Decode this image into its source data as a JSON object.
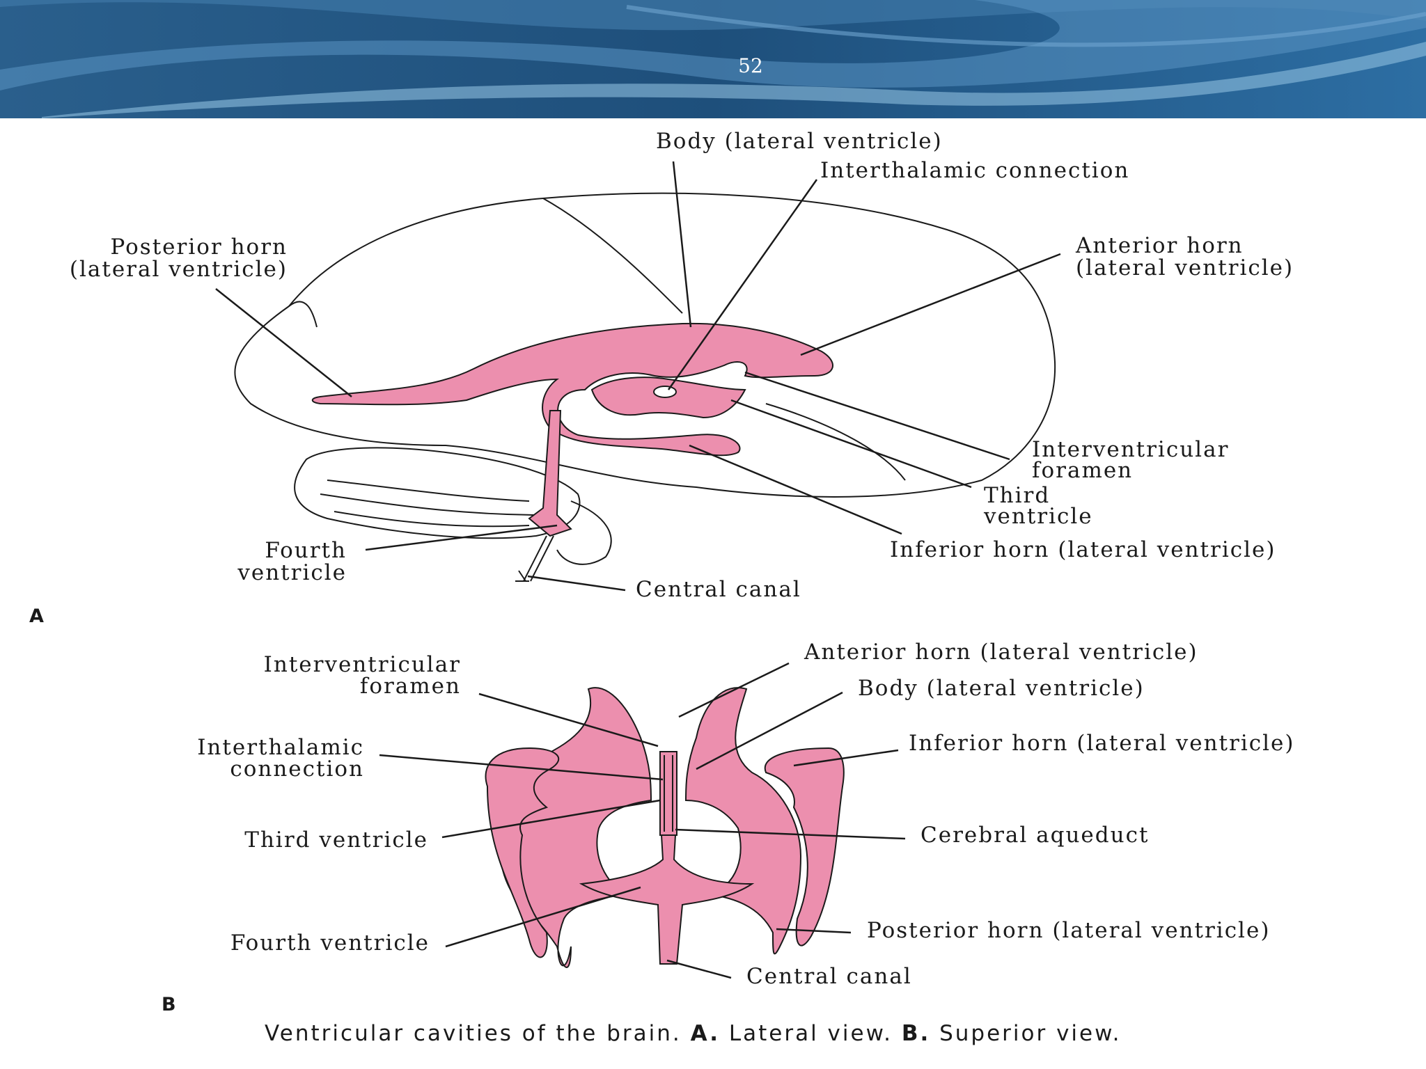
{
  "slide": {
    "number": "52"
  },
  "colors": {
    "header_dark": "#1d4f7c",
    "header_light": "#4f8ab8",
    "ventricle_fill": "#ec8fae",
    "outline": "#1a1a1a"
  },
  "view_a": {
    "panel_label": "A",
    "labels": {
      "body": "Body (lateral ventricle)",
      "interthalamic": "Interthalamic connection",
      "posterior_1": "Posterior horn",
      "posterior_2": "(lateral ventricle)",
      "anterior_1": "Anterior horn",
      "anterior_2": "(lateral ventricle)",
      "foramen_1": "Interventricular",
      "foramen_2": "foramen",
      "third_1": "Third",
      "third_2": "ventricle",
      "fourth_1": "Fourth",
      "fourth_2": "ventricle",
      "inferior": "Inferior horn (lateral ventricle)",
      "central": "Central canal"
    }
  },
  "view_b": {
    "panel_label": "B",
    "labels": {
      "foramen_1": "Interventricular",
      "foramen_2": "foramen",
      "interthalamic_1": "Interthalamic",
      "interthalamic_2": "connection",
      "third": "Third ventricle",
      "fourth": "Fourth ventricle",
      "anterior": "Anterior horn (lateral ventricle)",
      "body": "Body (lateral ventricle)",
      "inferior": "Inferior horn (lateral ventricle)",
      "aqueduct": "Cerebral aqueduct",
      "posterior": "Posterior horn (lateral ventricle)",
      "central": "Central canal"
    }
  },
  "caption": {
    "text_1": "Ventricular cavities of the brain.",
    "a": "A.",
    "text_2": "Lateral view.",
    "b": "B.",
    "text_3": "Superior view."
  }
}
